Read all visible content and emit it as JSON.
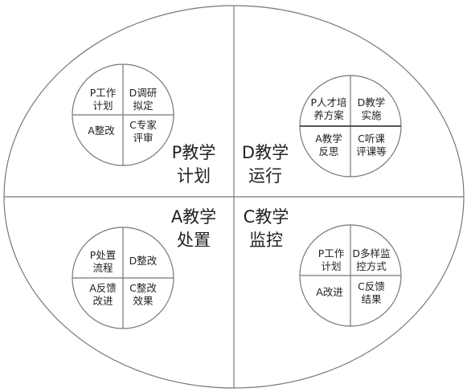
{
  "colors": {
    "stroke": "#777777",
    "text": "#222222",
    "background": "#ffffff"
  },
  "quadrants": [
    {
      "id": "plan",
      "title": [
        "P教学",
        "计划"
      ],
      "cycle": [
        [
          "P工作",
          "计划"
        ],
        [
          "D调研",
          "拟定"
        ],
        [
          "C专家",
          "评审"
        ],
        [
          "A整改"
        ]
      ]
    },
    {
      "id": "do",
      "title": [
        "D教学",
        "运行"
      ],
      "cycle": [
        [
          "P人才培",
          "养方案"
        ],
        [
          "D教学",
          "实施"
        ],
        [
          "C听课",
          "评课等"
        ],
        [
          "A教学",
          "反思"
        ]
      ]
    },
    {
      "id": "act",
      "title": [
        "A教学",
        "处置"
      ],
      "cycle": [
        [
          "P处置",
          "流程"
        ],
        [
          "D整改"
        ],
        [
          "C整改",
          "效果"
        ],
        [
          "A反馈",
          "改进"
        ]
      ]
    },
    {
      "id": "check",
      "title": [
        "C教学",
        "监控"
      ],
      "cycle": [
        [
          "P工作",
          "计划"
        ],
        [
          "D多样监",
          "控方式"
        ],
        [
          "C反馈",
          "结果"
        ],
        [
          "A改进"
        ]
      ]
    }
  ]
}
